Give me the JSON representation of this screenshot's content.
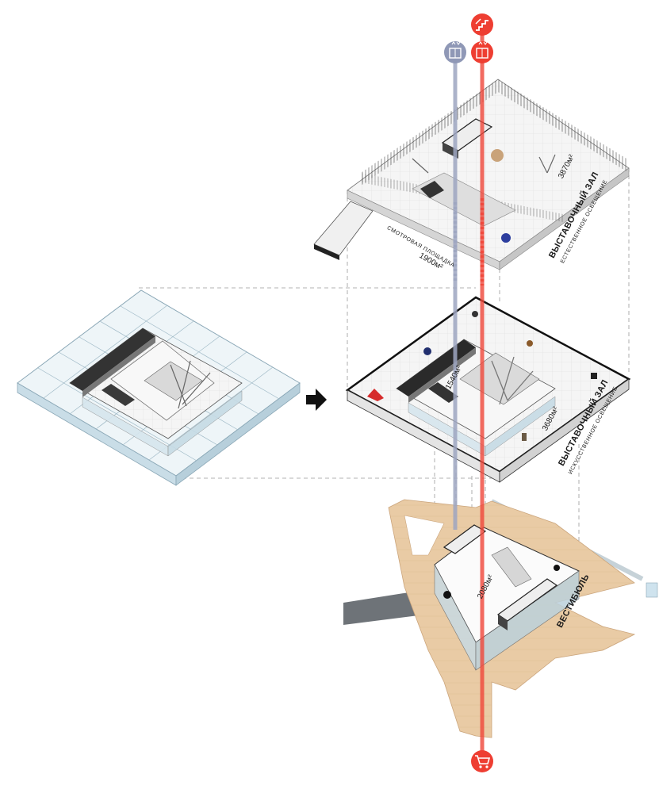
{
  "colors": {
    "elevator_line": "#9ea6c1",
    "escalator_line": "#f0473a",
    "wood_floor": "#e8c9a3",
    "slab": "#f2f2f2",
    "wall_dark": "#222222",
    "glass": "#cfe3ee"
  },
  "icons": {
    "top_red": "stairs-icon",
    "elevator_grey": "elevator-icon",
    "elevator_red": "elevator-icon",
    "bottom_red": "shopping-cart-icon",
    "arrow": "arrow-right-icon"
  },
  "levels": {
    "roof": {
      "hall_title": "ВЫСТАВОЧНЫЙ ЗАЛ",
      "hall_subtitle": "ЕСТЕСТВЕННОЕ ОСВЕЩЕНИЕ",
      "hall_area": "3870м²",
      "deck_title": "СМОТРОВАЯ ПЛОЩАДКА",
      "deck_area": "1900м²"
    },
    "middle": {
      "hall_title": "ВЫСТАВОЧНЫЙ ЗАЛ",
      "hall_subtitle": "ИСКУССТВЕННОЕ ОСВЕЩЕНИЕ",
      "inner_area": "1540м²",
      "outer_area": "3680м²"
    },
    "lobby": {
      "title": "ВЕСТИБЮЛЬ",
      "area": "2080м²"
    }
  }
}
